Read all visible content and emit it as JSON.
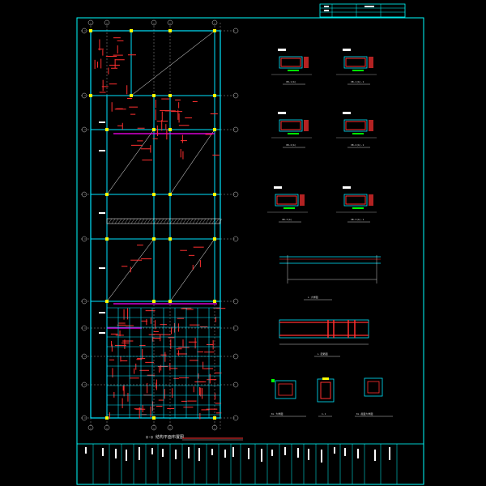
{
  "drawing": {
    "plan_title": "◎-◎ 结构平面布置图",
    "title_block_top": [
      "",
      "",
      "",
      ""
    ],
    "sections": [
      {
        "id": "s1",
        "caption": "XB-1(b)"
      },
      {
        "id": "s2",
        "caption": "XB-1(b)-1"
      },
      {
        "id": "s3",
        "caption": "XB-2(b)"
      },
      {
        "id": "s4",
        "caption": "XB-2(b)-1"
      },
      {
        "id": "s5",
        "caption": "XB-3(b)"
      },
      {
        "id": "s6",
        "caption": "XB-3(b)-1"
      }
    ],
    "details": [
      {
        "id": "d1",
        "caption": "L 大样图"
      },
      {
        "id": "d2",
        "caption": "L 配筋图"
      },
      {
        "id": "d3",
        "caption": "KL 大样图"
      },
      {
        "id": "d4",
        "caption": "1-1"
      },
      {
        "id": "d5",
        "caption": "KL 截面大样图"
      }
    ],
    "colors": {
      "background": "#000000",
      "frame": "#00ffff",
      "beam": "#00e5ff",
      "rebar": "#ff3030",
      "text": "#ffffff",
      "highlight": "#ff00ff",
      "column": "#ffff00",
      "dim": "#00ff00"
    }
  }
}
